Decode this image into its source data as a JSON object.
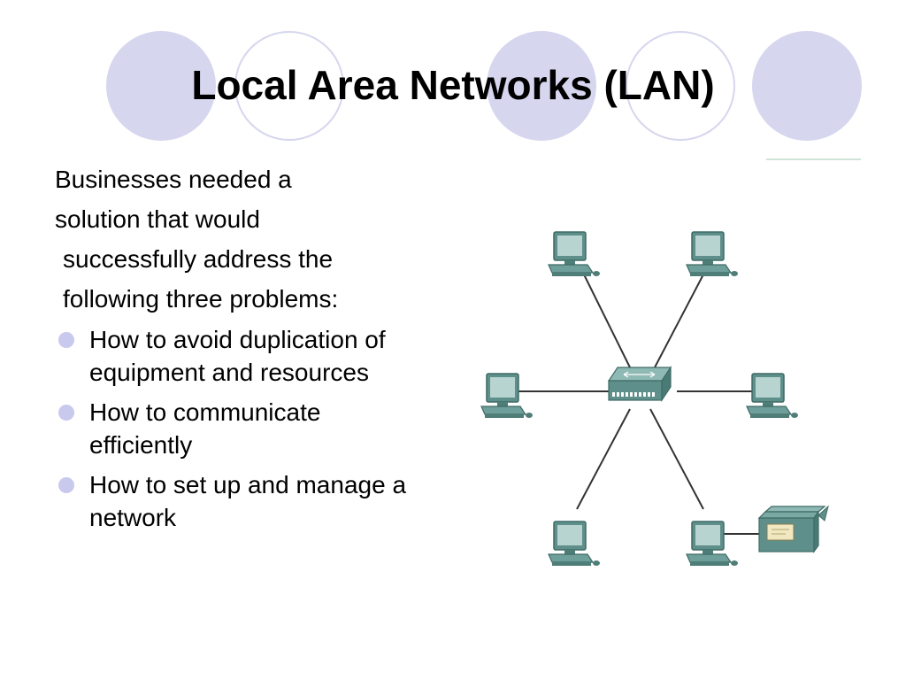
{
  "slide": {
    "title": "Local Area Networks (LAN)",
    "intro_lines": [
      "Businesses needed a",
      "solution that would",
      "successfully address the",
      "following three problems:"
    ],
    "bullets": [
      "How to avoid duplication of equipment and resources",
      "How to communicate efficiently",
      "How to set up and manage a network"
    ]
  },
  "colors": {
    "decor_circle": "#d6d6ee",
    "bullet": "#c9c9ee",
    "device_body": "#5f8f8a",
    "device_screen": "#b8d4d0",
    "cable": "#333333"
  },
  "diagram": {
    "icons": [
      "computer-icon",
      "computer-icon",
      "computer-icon",
      "computer-icon",
      "computer-icon",
      "computer-icon",
      "hub-icon",
      "printer-icon"
    ]
  }
}
